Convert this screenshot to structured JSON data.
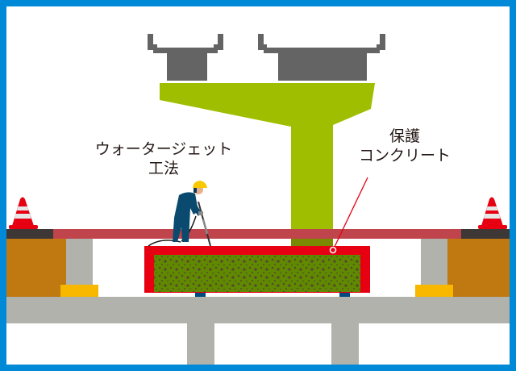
{
  "diagram": {
    "title": "",
    "labels": {
      "water_jet": {
        "line1": "ウォータージェット",
        "line2": "工法"
      },
      "protective_concrete": {
        "line1": "保護",
        "line2": "コンクリート"
      }
    },
    "components": [
      "girder-left",
      "girder-right",
      "pier-cap",
      "pier-column",
      "road-slab",
      "abutment-left",
      "abutment-right",
      "support-column-left",
      "support-column-right",
      "bearing-pad-left",
      "bearing-pad-right",
      "protective-concrete-frame",
      "ground-slab",
      "lower-column-left",
      "lower-column-right",
      "traffic-cone-left",
      "traffic-cone-right",
      "worker"
    ],
    "colors": {
      "frame": "#0089d6",
      "girder": "#646464",
      "pier": "#a0be00",
      "pier_shadow": "#7a8a00",
      "road_slab": "#c0444c",
      "road_end": "#3d3735",
      "abutment": "#c07810",
      "concrete_gray": "#b2b2ac",
      "bearing_pad": "#f8b800",
      "protective_red": "#e60012",
      "aggregate_green": "#5f8a00",
      "aggregate_dot": "#5a4a2a",
      "support_block": "#004a80",
      "worker_suit": "#0a4a6e",
      "helmet": "#f8c800",
      "cone_red": "#e60012",
      "cone_white": "#e6e6e6",
      "text": "#231815",
      "leader_line": "#e60012"
    }
  }
}
